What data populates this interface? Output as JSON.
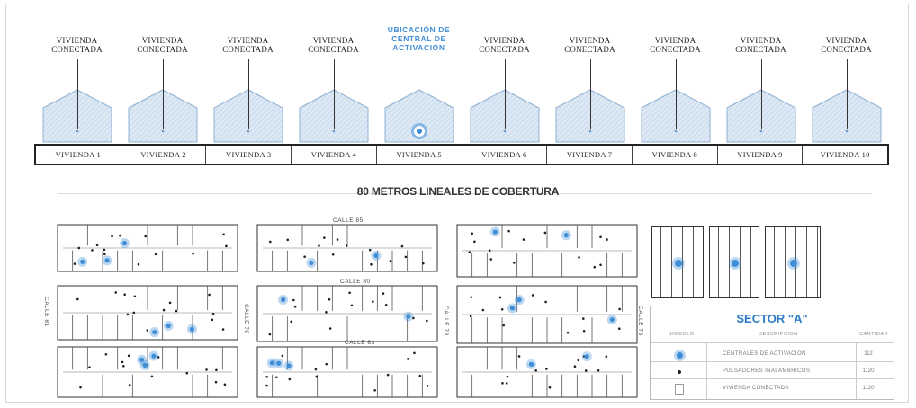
{
  "diagram": {
    "houses": [
      {
        "top": "VIVIENDA",
        "bottom": "CONECTADA",
        "bar_label": "VIVIENDA 1"
      },
      {
        "top": "VIVIENDA",
        "bottom": "CONECTADA",
        "bar_label": "VIVIENDA 2"
      },
      {
        "top": "VIVIENDA",
        "bottom": "CONECTADA",
        "bar_label": "VIVIENDA 3"
      },
      {
        "top": "VIVIENDA",
        "bottom": "CONECTADA",
        "bar_label": "VIVIENDA 4"
      },
      {
        "top": "UBICACIÓN DE",
        "middle": "CENTRAL DE",
        "bottom": "ACTIVACIÓN",
        "bar_label": "VIVIENDA 5"
      },
      {
        "top": "VIVIENDA",
        "bottom": "CONECTADA",
        "bar_label": "VIVIENDA 6"
      },
      {
        "top": "VIVIENDA",
        "bottom": "CONECTADA",
        "bar_label": "VIVIENDA 7"
      },
      {
        "top": "VIVIENDA",
        "bottom": "CONECTADA",
        "bar_label": "VIVIENDA 8"
      },
      {
        "top": "VIVIENDA",
        "bottom": "CONECTADA",
        "bar_label": "VIVIENDA 9"
      },
      {
        "top": "VIVIENDA",
        "bottom": "CONECTADA",
        "bar_label": "VIVIENDA 10"
      }
    ],
    "coverage_title": "80 METROS LINEALES DE COBERTURA",
    "map": {
      "street_labels": [
        "CALLE 85",
        "CALLE 80",
        "CALLE 83",
        "CALLE 81",
        "CALLE 78",
        "CALLE 78",
        "CALLE 78"
      ]
    },
    "legend": {
      "title": "SECTOR \"A\"",
      "headers": {
        "symbol": "SIMBOLO",
        "description": "DESCRIPCION",
        "quantity": "CANTIDAD"
      },
      "rows": [
        {
          "symbol": "central",
          "description": "CENTRALES DE ACTIVACION",
          "quantity": "112"
        },
        {
          "symbol": "pulsador",
          "description": "PULSADORES INALAMBRICOS",
          "quantity": "1120"
        },
        {
          "symbol": "vivienda",
          "description": "VIVIENDA CONECTADA",
          "quantity": "1120"
        }
      ]
    },
    "colors": {
      "accent": "#3f8ed8",
      "house_fill": "#dce8f4",
      "house_stroke": "#8fb0d2"
    }
  }
}
